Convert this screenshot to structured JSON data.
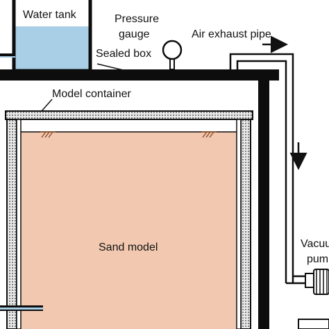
{
  "labels": {
    "water_tank": "Water tank",
    "pressure": "Pressure",
    "gauge": "gauge",
    "air_exhaust_pipe": "Air exhaust pipe",
    "sealed_box": "Sealed box",
    "model_container": "Model container",
    "sand_model": "Sand model",
    "vacuum": "Vacuu",
    "pump": "pum"
  },
  "colors": {
    "water": "#a9cfe6",
    "sand": "#f2c9b0",
    "walls": "#0d0d0d",
    "container_wall": "#e6e6e6"
  }
}
